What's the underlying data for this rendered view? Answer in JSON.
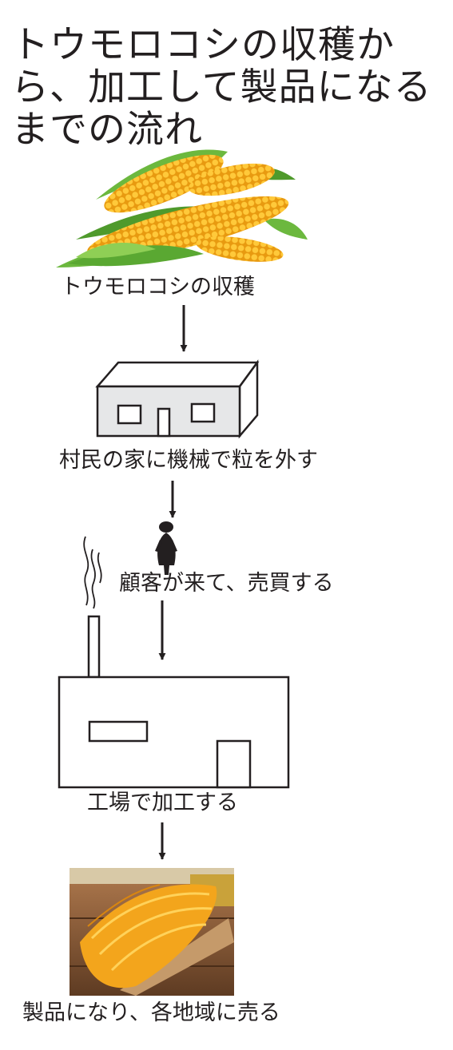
{
  "title": "トウモロコシの収穫から、加工して製品になるまでの流れ",
  "steps": [
    {
      "label": "トウモロコシの収穫"
    },
    {
      "label": "村民の家に機械で粒を外す"
    },
    {
      "label": "顧客が来て、売買する"
    },
    {
      "label": "工場で加工する"
    },
    {
      "label": "製品になり、各地域に売る"
    }
  ],
  "colors": {
    "line": "#231f20",
    "house_front": "#e6e7e8",
    "corn": "#f4b31f",
    "leaf": "#5aa832",
    "noodle": "#f3a51c",
    "board": "#7a4a2a"
  }
}
